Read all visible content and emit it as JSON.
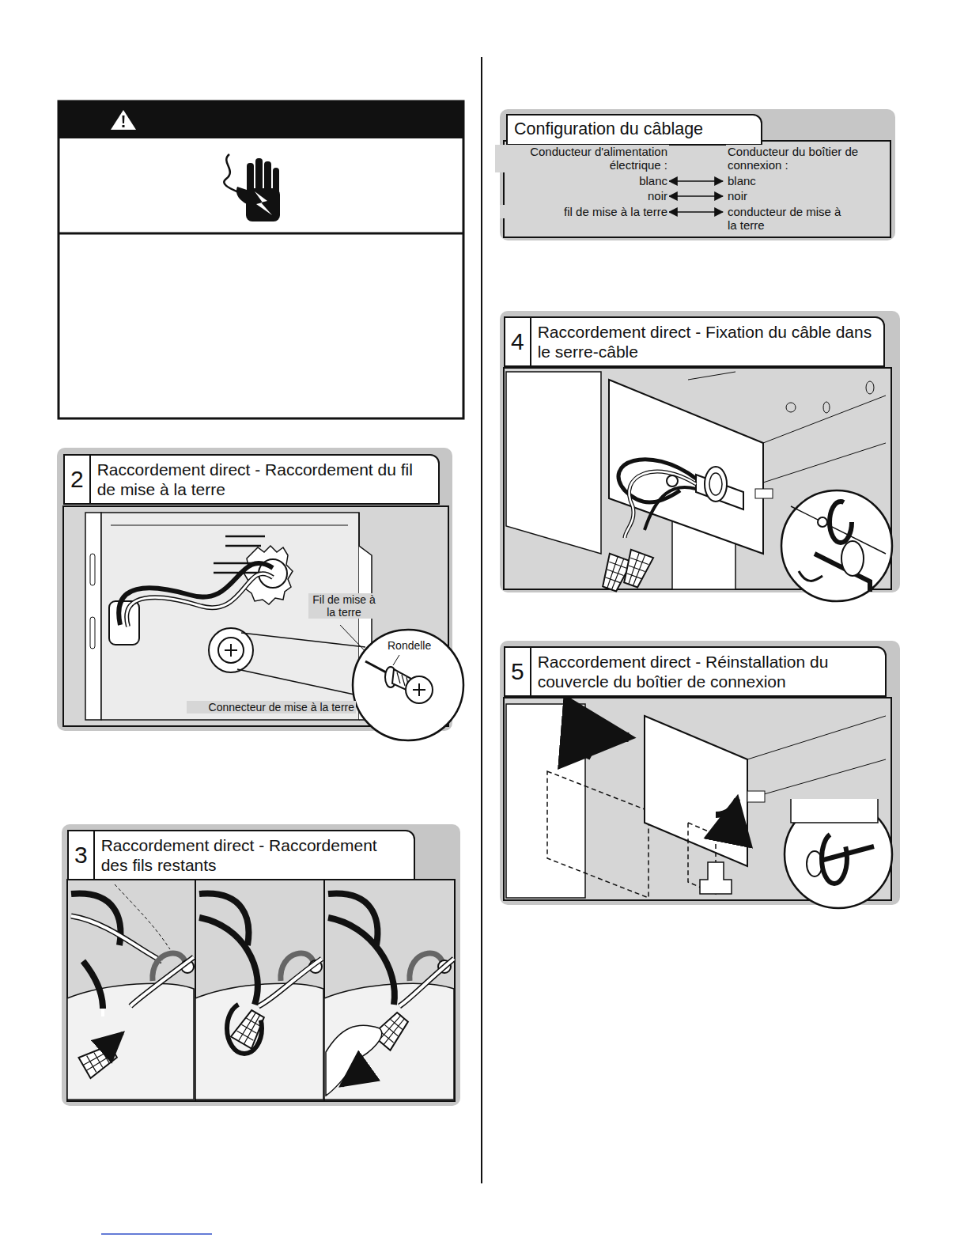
{
  "diagram": {
    "nodes": [
      {
        "text": [
          "2",
          "Raccordement direct - Raccordement du fil de mise à la terre"
        ]
      },
      {
        "text": [
          "3",
          "Raccordement direct - Raccordement des fils restants"
        ]
      },
      {
        "text": [
          "Configuration du câblage"
        ]
      },
      {
        "text": [
          "4",
          "Raccordement direct - Fixation du câble dans le serre-câble"
        ]
      },
      {
        "text": [
          "5",
          "Raccordement direct - Réinstallation du couvercle du boîtier de connexion"
        ]
      }
    ],
    "labels": [
      "Fil de mise à la terre",
      "Rondelle",
      "Connecteur de mise à la terre",
      "Conducteur d'alimentation électrique :",
      "Conducteur du boîtier de connexion :",
      "blanc",
      "blanc",
      "noir",
      "noir",
      "fil de mise à la terre",
      "conducteur de mise à la terre"
    ]
  }
}
